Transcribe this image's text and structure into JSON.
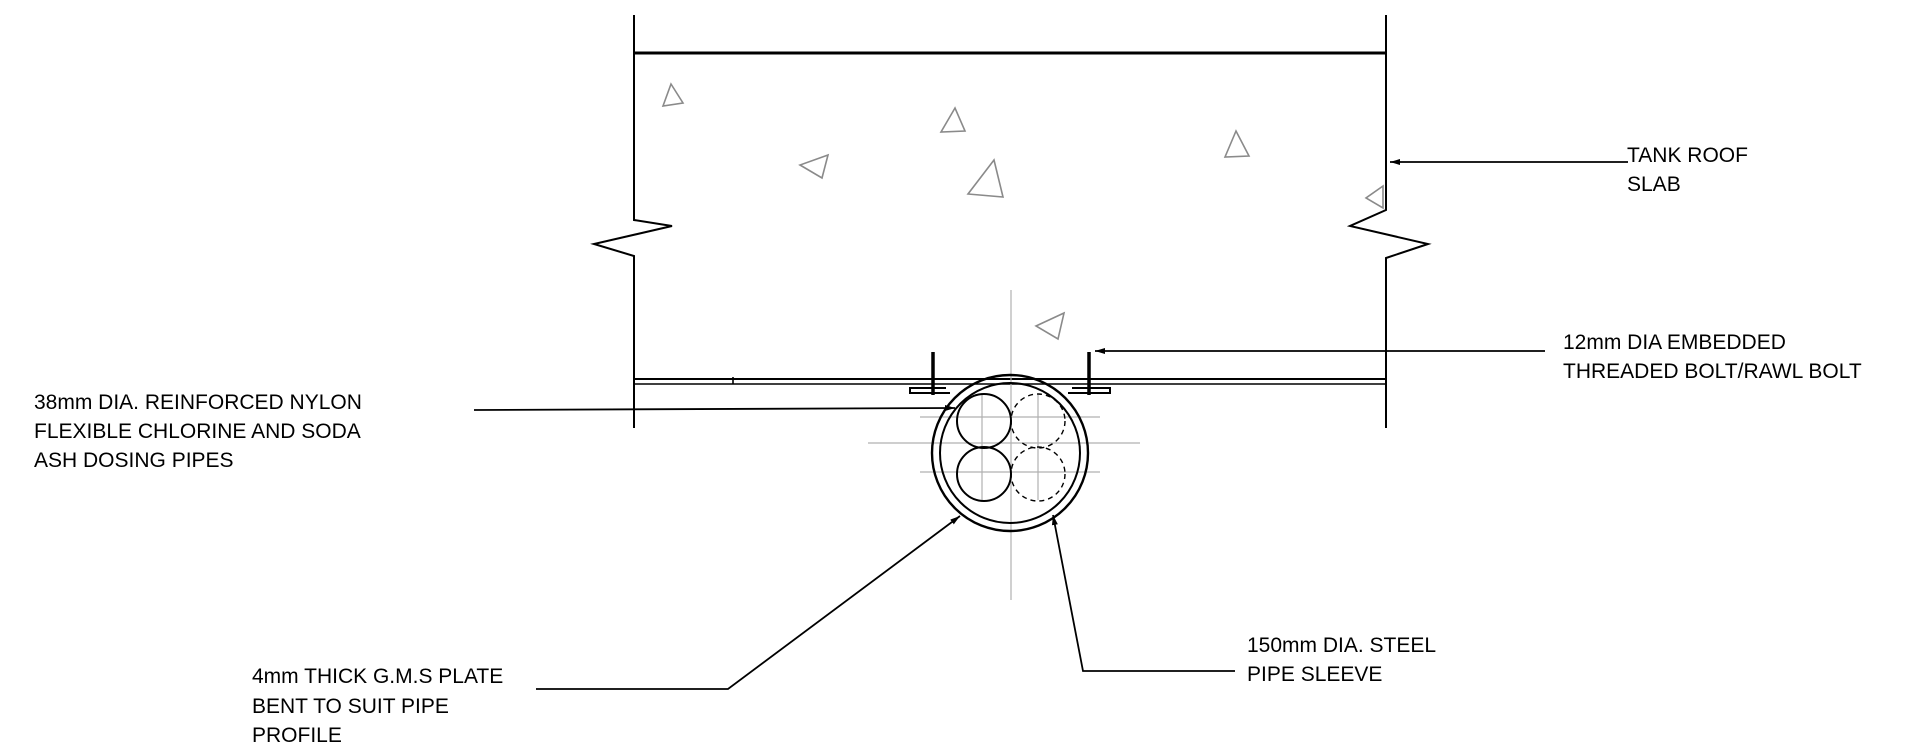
{
  "labels": {
    "tank_roof_slab": [
      "TANK ROOF",
      "SLAB"
    ],
    "embedded_bolt": [
      "12mm DIA EMBEDDED",
      "THREADED BOLT/RAWL BOLT"
    ],
    "dosing_pipes": [
      "38mm DIA. REINFORCED NYLON",
      "FLEXIBLE CHLORINE AND SODA",
      "ASH DOSING PIPES"
    ],
    "gms_plate": [
      "4mm THICK G.M.S PLATE",
      "BENT TO SUIT PIPE",
      "PROFILE"
    ],
    "steel_sleeve": [
      "150mm DIA. STEEL",
      "PIPE SLEEVE"
    ]
  },
  "colors": {
    "line": "#000000",
    "aggregate": "#8a8a8a",
    "centerline": "#b0b0b0"
  }
}
